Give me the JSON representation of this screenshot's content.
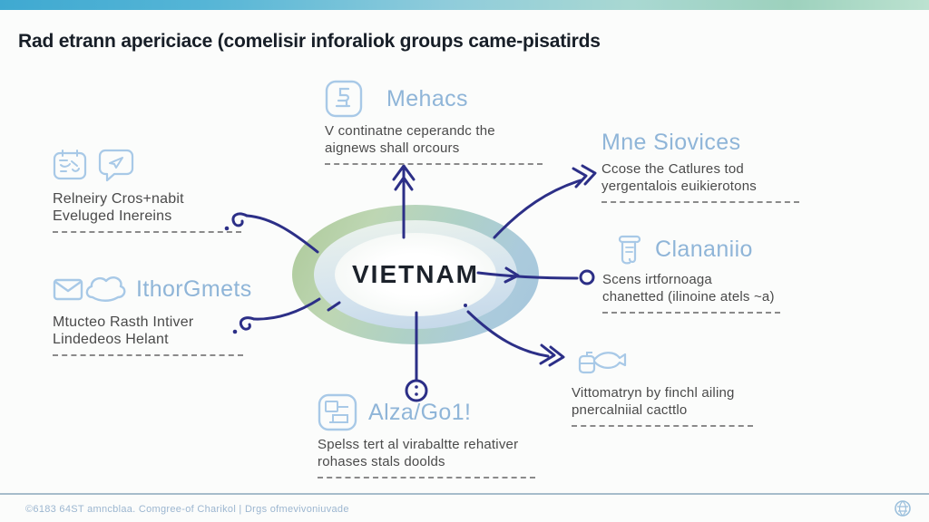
{
  "title": "Rad etrann apericiace (comelisir inforaliok groups came-pisatirds",
  "center": {
    "label": "VIETNAM"
  },
  "nodes": {
    "mehacs": {
      "heading": "Mehacs",
      "lines": [
        "V continatne ceperandc the",
        "aignews shall orcours"
      ],
      "icon": "hand-box-icon"
    },
    "services": {
      "heading": "Mne Siovices",
      "lines": [
        "Ccose the Catlures tod",
        "yergentalois euikierotons"
      ]
    },
    "clananiio": {
      "heading": "Clananiio",
      "lines": [
        "Scens irtfornoaga",
        "chanetted (ilinoine atels ~a)"
      ],
      "icon": "scroll-icon"
    },
    "virtomatyn": {
      "lines": [
        "Vittomatryn by finchl ailing",
        "pnercalniial cacttlo"
      ],
      "icon": "fish-robot-icon"
    },
    "alzagol": {
      "heading": "Alza/Go1!",
      "lines": [
        "Spelss tert al virabaltte rehativer",
        "rohases stals doolds"
      ],
      "icon": "app-window-icon"
    },
    "relneiry": {
      "lines": [
        "Relneiry Cros+nabit",
        "Eveluged Inereins"
      ],
      "icons": [
        "calendar-icon",
        "chat-plane-icon"
      ]
    },
    "ithorgmets": {
      "heading": "IthorGmets",
      "lines": [
        "Mtucteo Rasth Intiver",
        "Lindedeos Helant"
      ],
      "icons": [
        "envelope-icon",
        "cloud-icon"
      ]
    }
  },
  "connector_badge_glyph": ":",
  "footer": {
    "text": "©6183 64ST amncblaa. Comgree-of Charikol | Drgs ofmevivoniuvade",
    "icon": "globe-icon"
  },
  "colors": {
    "heading_blue": "#8fb5d8",
    "icon_stroke": "#a8c9e7",
    "arrow_navy": "#2c2f87",
    "title_dark": "#171e27",
    "dash_gray": "#8a8a8a",
    "topbar_left": "#3fa9d1",
    "topbar_right": "#bce2d0",
    "ellipse_green": "#a6c591",
    "ellipse_blue": "#9cc0d8",
    "footer_blue": "#9cb6d0"
  }
}
